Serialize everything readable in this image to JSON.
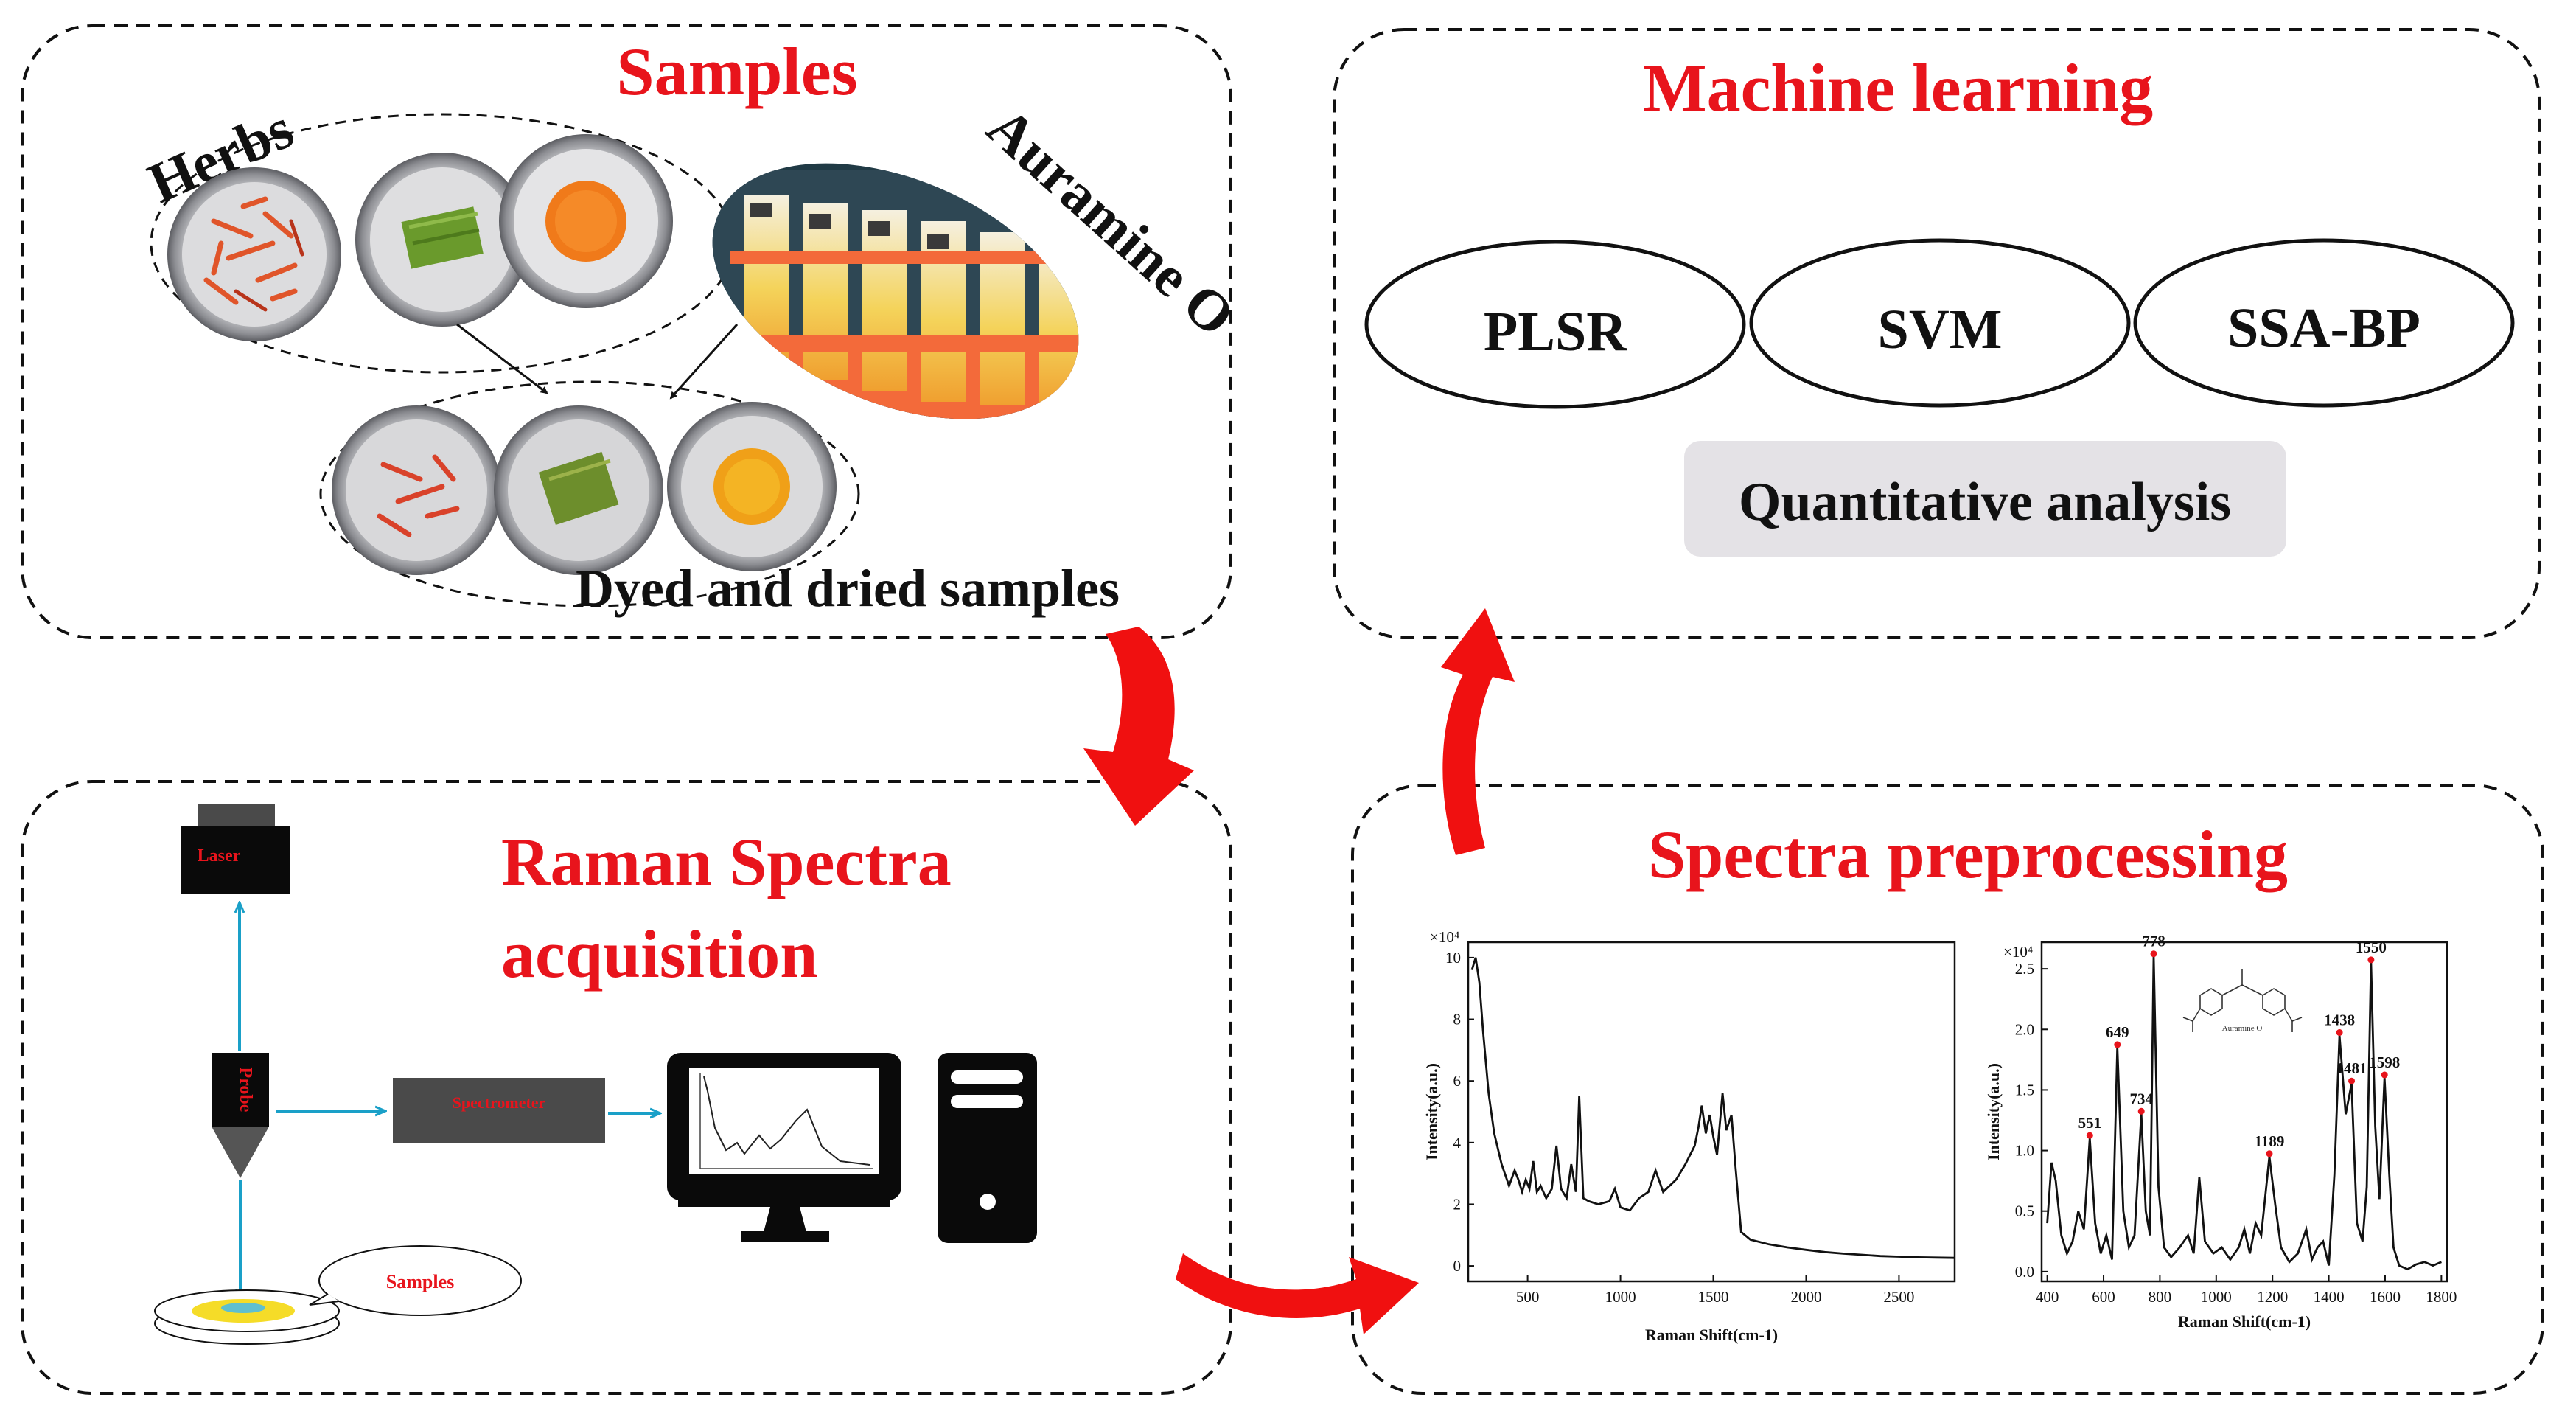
{
  "panels": {
    "samples": {
      "title": "Samples",
      "herbs_label": "Herbs",
      "auramine_label": "Auramine O",
      "dyed_label": "Dyed and dried samples"
    },
    "machine_learning": {
      "title": "Machine learning",
      "models": [
        "PLSR",
        "SVM",
        "SSA-BP"
      ],
      "analysis_label": "Quantitative analysis"
    },
    "acquisition": {
      "title_line1": "Raman Spectra",
      "title_line2": "acquisition",
      "laser_label": "Laser",
      "probe_label": "Probe",
      "spectrometer_label": "Spectrometer",
      "samples_label": "Samples"
    },
    "preprocessing": {
      "title": "Spectra preprocessing"
    }
  },
  "colors": {
    "accent_red": "#e8141c",
    "arrow_red": "#f01010",
    "connector_blue": "#1aa0c8",
    "box_gray": "#e4e2e6"
  },
  "chart_data": [
    {
      "type": "line",
      "title": "",
      "xlabel": "Raman Shift(cm-1)",
      "ylabel": "Intensity(a.u.)",
      "y_multiplier": "×10⁴",
      "xlim": [
        180,
        2800
      ],
      "ylim": [
        -0.5,
        10.5
      ],
      "x_ticks": [
        500,
        1000,
        1500,
        2000,
        2500
      ],
      "y_ticks": [
        0,
        2,
        4,
        6,
        8,
        10
      ],
      "series": [
        {
          "x": [
            200,
            220,
            240,
            260,
            290,
            320,
            360,
            400,
            430,
            450,
            470,
            490,
            510,
            530,
            550,
            570,
            600,
            630,
            655,
            680,
            710,
            735,
            760,
            778,
            800,
            830,
            880,
            940,
            970,
            1000,
            1050,
            1100,
            1150,
            1189,
            1230,
            1300,
            1350,
            1400,
            1420,
            1438,
            1460,
            1481,
            1500,
            1520,
            1550,
            1570,
            1598,
            1620,
            1650,
            1700,
            1800,
            1900,
            2000,
            2100,
            2200,
            2300,
            2400,
            2500,
            2600,
            2700,
            2800
          ],
          "y": [
            9.6,
            10.0,
            9.2,
            7.6,
            5.6,
            4.3,
            3.3,
            2.6,
            3.1,
            2.8,
            2.4,
            2.8,
            2.5,
            3.4,
            2.4,
            2.6,
            2.2,
            2.5,
            3.9,
            2.5,
            2.2,
            3.3,
            2.4,
            5.5,
            2.2,
            2.1,
            2.0,
            2.1,
            2.5,
            1.9,
            1.8,
            2.2,
            2.4,
            3.1,
            2.4,
            2.8,
            3.3,
            3.9,
            4.5,
            5.2,
            4.3,
            4.9,
            4.2,
            3.6,
            5.6,
            4.4,
            4.9,
            3.2,
            1.1,
            0.85,
            0.7,
            0.6,
            0.52,
            0.45,
            0.4,
            0.36,
            0.32,
            0.3,
            0.28,
            0.27,
            0.26
          ]
        }
      ]
    },
    {
      "type": "line",
      "title": "",
      "xlabel": "Raman Shift(cm-1)",
      "ylabel": "Intensity(a.u.)",
      "y_multiplier": "×10⁴",
      "xlim": [
        380,
        1820
      ],
      "ylim": [
        -0.08,
        2.72
      ],
      "x_ticks": [
        400,
        600,
        800,
        1000,
        1200,
        1400,
        1600,
        1800
      ],
      "y_ticks": [
        0.0,
        0.5,
        1.0,
        1.5,
        2.0,
        2.5
      ],
      "inset_label": "Auramine O",
      "series": [
        {
          "x": [
            400,
            415,
            430,
            450,
            470,
            490,
            510,
            530,
            551,
            570,
            590,
            610,
            630,
            649,
            670,
            690,
            710,
            734,
            750,
            765,
            778,
            795,
            815,
            840,
            870,
            900,
            920,
            940,
            960,
            990,
            1020,
            1050,
            1080,
            1100,
            1120,
            1140,
            1160,
            1189,
            1210,
            1230,
            1260,
            1290,
            1320,
            1340,
            1360,
            1380,
            1400,
            1420,
            1438,
            1460,
            1481,
            1500,
            1520,
            1535,
            1550,
            1565,
            1580,
            1598,
            1615,
            1630,
            1650,
            1680,
            1710,
            1740,
            1770,
            1800
          ],
          "y": [
            0.4,
            0.9,
            0.75,
            0.3,
            0.15,
            0.25,
            0.5,
            0.35,
            1.1,
            0.4,
            0.15,
            0.3,
            0.1,
            1.85,
            0.5,
            0.2,
            0.3,
            1.3,
            0.5,
            0.3,
            2.6,
            0.7,
            0.2,
            0.12,
            0.2,
            0.3,
            0.15,
            0.78,
            0.25,
            0.15,
            0.2,
            0.1,
            0.2,
            0.35,
            0.15,
            0.4,
            0.3,
            0.95,
            0.55,
            0.2,
            0.08,
            0.15,
            0.35,
            0.1,
            0.2,
            0.25,
            0.05,
            0.8,
            1.95,
            1.3,
            1.55,
            0.4,
            0.25,
            0.7,
            2.55,
            1.2,
            0.6,
            1.6,
            0.8,
            0.2,
            0.05,
            0.02,
            0.06,
            0.08,
            0.05,
            0.08
          ]
        }
      ],
      "peaks": [
        {
          "x": 551,
          "y": 1.1,
          "label": "551"
        },
        {
          "x": 649,
          "y": 1.85,
          "label": "649"
        },
        {
          "x": 734,
          "y": 1.3,
          "label": "734"
        },
        {
          "x": 778,
          "y": 2.6,
          "label": "778"
        },
        {
          "x": 1189,
          "y": 0.95,
          "label": "1189"
        },
        {
          "x": 1438,
          "y": 1.95,
          "label": "1438"
        },
        {
          "x": 1481,
          "y": 1.55,
          "label": "1481"
        },
        {
          "x": 1550,
          "y": 2.55,
          "label": "1550"
        },
        {
          "x": 1598,
          "y": 1.6,
          "label": "1598"
        }
      ]
    }
  ]
}
